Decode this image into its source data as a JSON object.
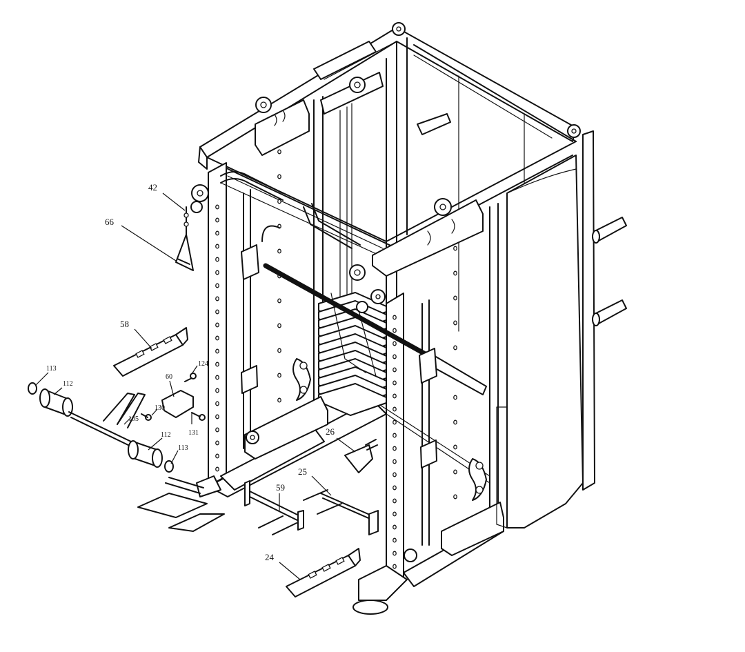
{
  "diagram": {
    "callouts": [
      {
        "id": "42",
        "text": "42"
      },
      {
        "id": "66",
        "text": "66"
      },
      {
        "id": "58",
        "text": "58"
      },
      {
        "id": "113a",
        "text": "113"
      },
      {
        "id": "112a",
        "text": "112"
      },
      {
        "id": "124",
        "text": "124"
      },
      {
        "id": "60",
        "text": "60"
      },
      {
        "id": "130",
        "text": "130"
      },
      {
        "id": "105",
        "text": "105"
      },
      {
        "id": "131",
        "text": "131"
      },
      {
        "id": "112b",
        "text": "112"
      },
      {
        "id": "113b",
        "text": "113"
      },
      {
        "id": "26",
        "text": "26"
      },
      {
        "id": "25",
        "text": "25"
      },
      {
        "id": "59",
        "text": "59"
      },
      {
        "id": "24",
        "text": "24"
      }
    ]
  }
}
